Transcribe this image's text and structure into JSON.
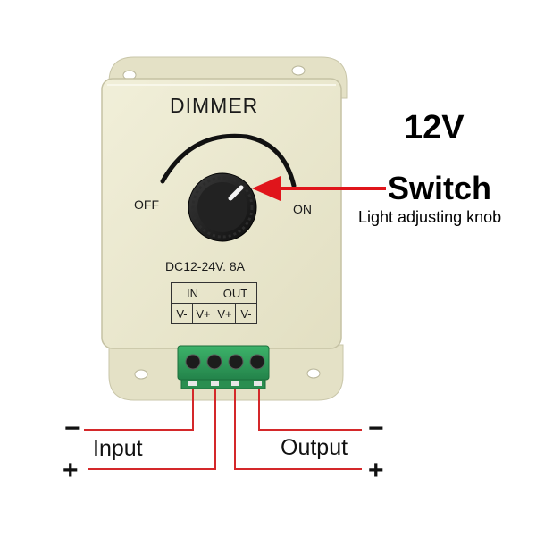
{
  "device": {
    "title": "DIMMER",
    "off_label": "OFF",
    "on_label": "ON",
    "rating": "DC12-24V. 8A",
    "terminal_groups": [
      "IN",
      "OUT"
    ],
    "terminal_pins": [
      "V-",
      "V+",
      "V+",
      "V-"
    ]
  },
  "callouts": {
    "voltage": "12V",
    "switch_title": "Switch",
    "switch_subtitle": "Light adjusting knob"
  },
  "wiring": {
    "input_label": "Input",
    "output_label": "Output",
    "minus": "−",
    "plus": "+"
  },
  "colors": {
    "housing": "#ece9cf",
    "knob": "#1a1a1a",
    "terminal_block": "#2e9a55",
    "wire": "#d4282a",
    "pointer_arrow": "#e0151b"
  }
}
